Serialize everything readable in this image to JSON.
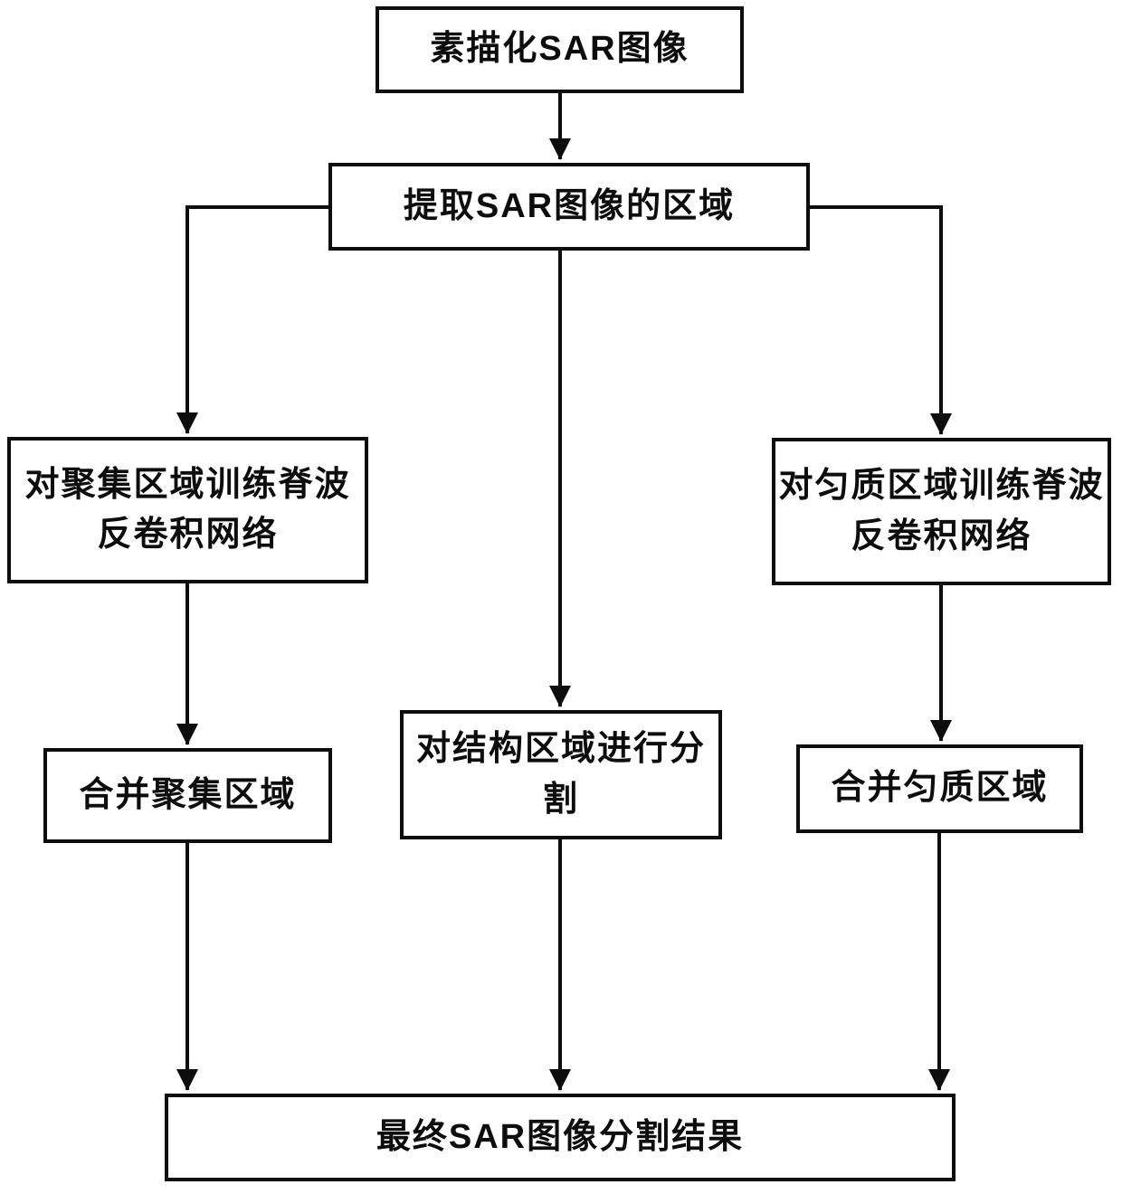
{
  "diagram": {
    "type": "flowchart",
    "language": "zh-CN",
    "colors": {
      "line": "#0d0d0d",
      "text": "#0d0d0d",
      "background": "#ffffff"
    },
    "nodes": {
      "sketch": {
        "label": "素描化SAR图像"
      },
      "extract": {
        "label": "提取SAR图像的区域"
      },
      "train_aggregated": {
        "lines": [
          "对聚集区域训练脊波",
          "反卷积网络"
        ]
      },
      "train_homogeneous": {
        "lines": [
          "对匀质区域训练脊波",
          "反卷积网络"
        ]
      },
      "segment_structural": {
        "lines": [
          "对结构区域进行分",
          "割"
        ]
      },
      "merge_aggregated": {
        "label": "合并聚集区域"
      },
      "merge_homogeneous": {
        "label": "合并匀质区域"
      },
      "final_result": {
        "label": "最终SAR图像分割结果"
      }
    },
    "edges": [
      {
        "from": "sketch",
        "to": "extract",
        "arrow": true
      },
      {
        "from": "extract",
        "to": "train_aggregated",
        "arrow": true
      },
      {
        "from": "extract",
        "to": "train_homogeneous",
        "arrow": true
      },
      {
        "from": "extract",
        "to": "segment_structural",
        "arrow": true
      },
      {
        "from": "train_aggregated",
        "to": "merge_aggregated",
        "arrow": true
      },
      {
        "from": "train_homogeneous",
        "to": "merge_homogeneous",
        "arrow": true
      },
      {
        "from": "merge_aggregated",
        "to": "final_result",
        "arrow": true
      },
      {
        "from": "segment_structural",
        "to": "final_result",
        "arrow": true
      },
      {
        "from": "merge_homogeneous",
        "to": "final_result",
        "arrow": true
      }
    ]
  }
}
